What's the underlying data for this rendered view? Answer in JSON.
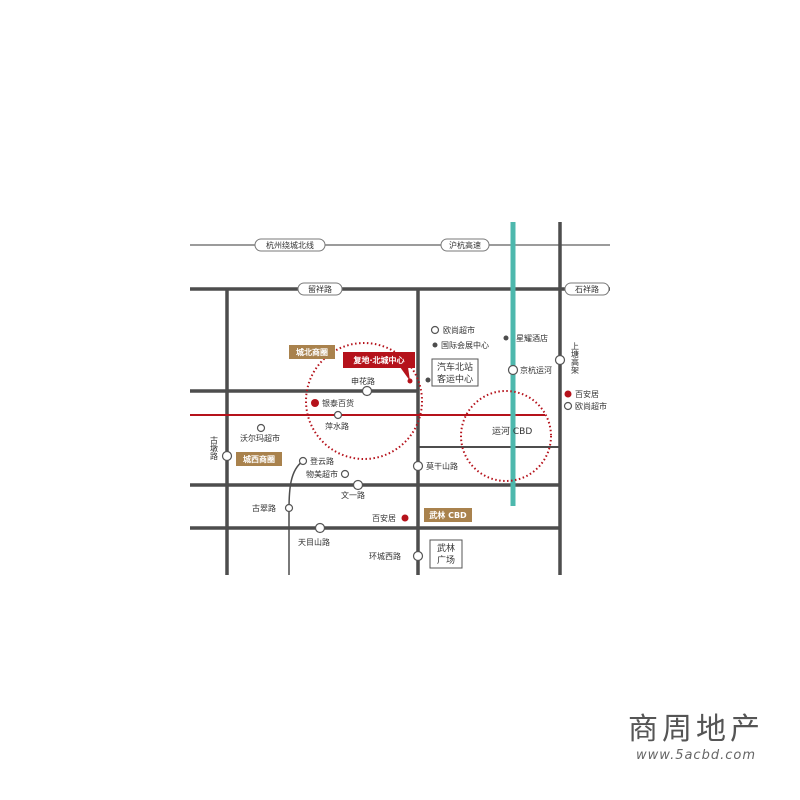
{
  "colors": {
    "road": "#4d4d4d",
    "highway": "#7a7a7a",
    "metro_red": "#b5121b",
    "metro_teal": "#4db8ad",
    "brown_tag": "#a9824d",
    "red_tag": "#b5121b",
    "circle": "#b5121b"
  },
  "road_labels": {
    "hangzhou_ring_north": "杭州绕城北线",
    "hu_hang_expressway": "沪杭高速",
    "dexiang_road": "留祥路",
    "shiqiao_road": "石祥路",
    "shenhua_road": "申花路",
    "pingshui_road": "萍水路",
    "dengyun_road": "登云路",
    "moganshan_road": "莫干山路",
    "wenyi_road": "文一路",
    "gucui_road": "古翠路",
    "tianmushan_road": "天目山路",
    "huancheng_west_road": "环城西路",
    "gudun_road": "古墩路",
    "shangtang_viaduct": "上塘高架"
  },
  "pois": {
    "oushang_1": "欧尚超市",
    "intl_expo": "国际会展中心",
    "xingguang_hotel": "星耀酒店",
    "jinghang_canal": "京杭运河",
    "baian_1": "百安居",
    "oushang_2": "欧尚超市",
    "yintai": "银泰百货",
    "walmart": "沃尔玛超市",
    "wumart": "物美超市",
    "baian_2": "百安居"
  },
  "boxes": {
    "bus_station": [
      "汽车北站",
      "客运中心"
    ],
    "wulin_square": [
      "武林",
      "广场"
    ]
  },
  "tags": {
    "project": "复地·北城中心",
    "north_business": "城北商圈",
    "west_business": "城西商圈",
    "wulin_cbd": "武林 CBD"
  },
  "cbd_circle": "运河 CBD",
  "watermark": {
    "title": "商周地产",
    "url": "www.5acbd.com"
  }
}
